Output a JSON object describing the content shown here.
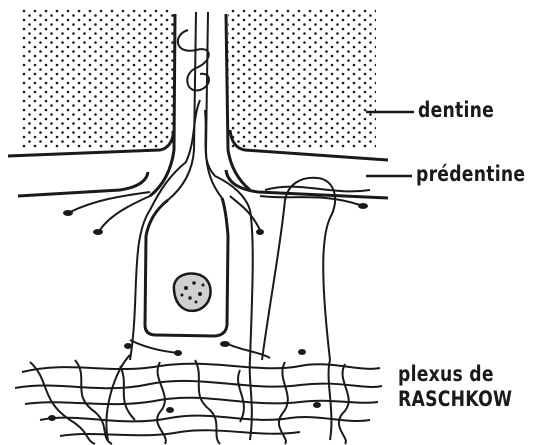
{
  "labels": {
    "dentine": "dentine",
    "predentine": "prédentine",
    "plexus_line1": "plexus de",
    "plexus_line2": "RASCHKOW"
  },
  "colors": {
    "ink": "#1a1a1a",
    "background": "#ffffff"
  }
}
